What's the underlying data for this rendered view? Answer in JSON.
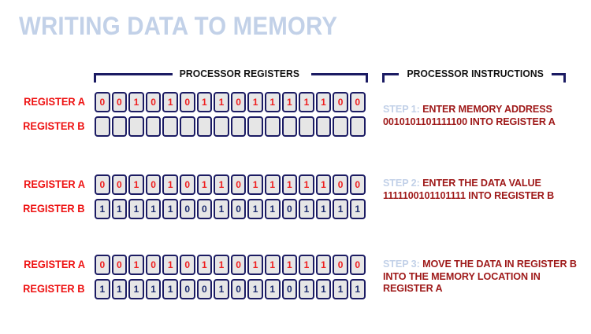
{
  "page": {
    "title": "WRITING DATA TO MEMORY",
    "background_color": "#ffffff",
    "title_color": "#c2d1e8",
    "accent_red": "#ee1111",
    "accent_navy": "#1b1b63",
    "body_red": "#9e1818"
  },
  "headers": {
    "registers": "PROCESSOR REGISTERS",
    "instructions": "PROCESSOR INSTRUCTIONS"
  },
  "labels": {
    "register_a": "REGISTER A",
    "register_b": "REGISTER B"
  },
  "bit_width": 16,
  "blocks": [
    {
      "register_a": "0010101101111100",
      "register_b": "                ",
      "register_a_filled": true,
      "register_b_filled": false,
      "step_label": "STEP 1:",
      "instruction_parts": [
        "ENTER MEMORY ADDRESS ",
        "0010101101111100",
        " INTO REGISTER A"
      ],
      "instruction_text": "ENTER MEMORY ADDRESS 0010101101111100 INTO REGISTER A"
    },
    {
      "register_a": "0010101101111100",
      "register_b": "1111100101101111",
      "register_a_filled": true,
      "register_b_filled": true,
      "step_label": "STEP 2:",
      "instruction_parts": [
        "ENTER THE DATA VALUE ",
        "1111100101101111",
        " INTO REGISTER B"
      ],
      "instruction_text": "ENTER THE DATA VALUE 1111100101101111 INTO REGISTER B"
    },
    {
      "register_a": "0010101101111100",
      "register_b": "1111100101101111",
      "register_a_filled": true,
      "register_b_filled": true,
      "step_label": "STEP 3:",
      "instruction_parts": [
        "MOVE THE DATA IN REGISTER B INTO THE MEMORY LOCATION IN REGISTER A",
        "",
        ""
      ],
      "instruction_text": "MOVE THE DATA IN REGISTER B INTO THE MEMORY LOCATION IN REGISTER A"
    }
  ]
}
